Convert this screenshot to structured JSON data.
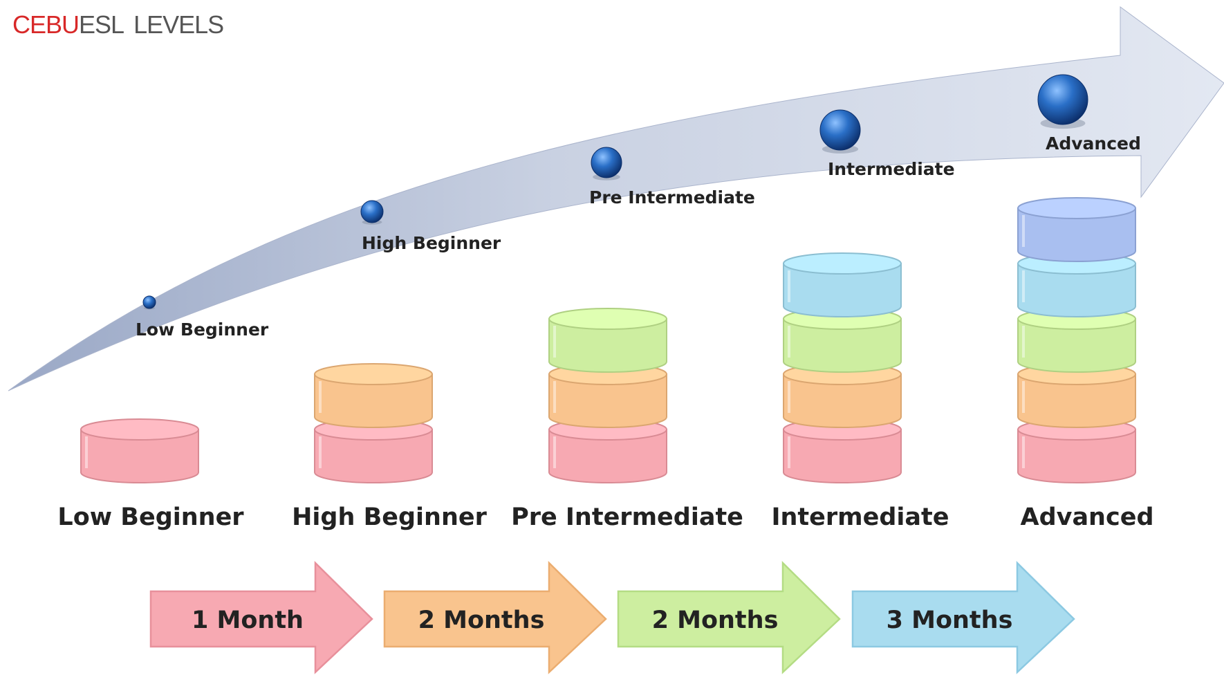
{
  "title": {
    "part1": "CEBU",
    "part2": "ESL",
    "part3": "LEVELS"
  },
  "colors": {
    "title_red": "#d82828",
    "title_gray": "#555555",
    "arrow_fill": "#c9d1e2",
    "sphere": "#1f5fb0",
    "label_text": "#222222",
    "level1": "#f7a9b2",
    "level2": "#f9c48e",
    "level3": "#cdeea0",
    "level4": "#a9dcef",
    "level5": "#a9bff0"
  },
  "levels": [
    {
      "name": "Low Beginner",
      "arrow_label": "Low Beginner",
      "stack": 1
    },
    {
      "name": "High Beginner",
      "arrow_label": "High Beginner",
      "stack": 2
    },
    {
      "name": "Pre Intermediate",
      "arrow_label": "Pre Intermediate",
      "stack": 3
    },
    {
      "name": "Intermediate",
      "arrow_label": "Intermediate",
      "stack": 4
    },
    {
      "name": "Advanced",
      "arrow_label": "Advanced",
      "stack": 5
    }
  ],
  "durations": [
    {
      "label": "1 Month",
      "color": "#f7a9b2",
      "edge": "#e8909b"
    },
    {
      "label": "2 Months",
      "color": "#f9c48e",
      "edge": "#ebad70"
    },
    {
      "label": "2 Months",
      "color": "#cdeea0",
      "edge": "#b4dc84"
    },
    {
      "label": "3 Months",
      "color": "#a9dcef",
      "edge": "#8cc9e2"
    }
  ]
}
